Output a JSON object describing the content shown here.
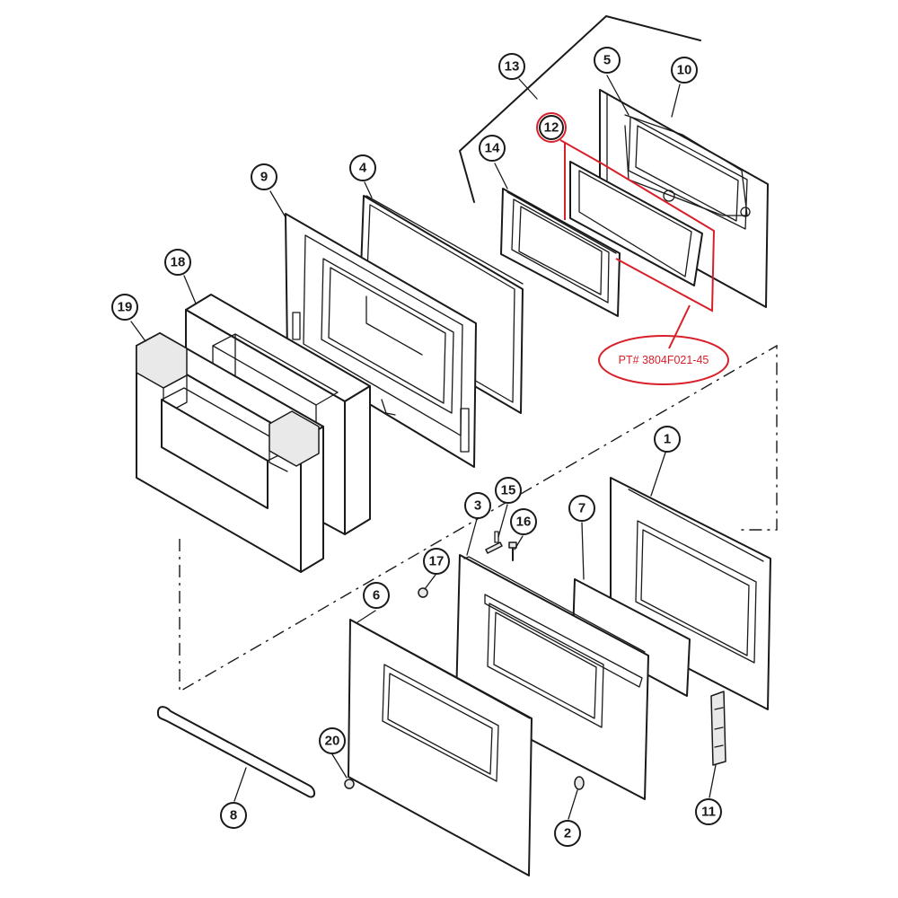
{
  "callouts": [
    "1",
    "2",
    "3",
    "4",
    "5",
    "6",
    "7",
    "8",
    "9",
    "10",
    "11",
    "12",
    "13",
    "14",
    "15",
    "16",
    "17",
    "18",
    "19",
    "20"
  ],
  "highlight": {
    "part_number": "PT# 3804F021-45",
    "color": "#d8202a"
  },
  "colors": {
    "line": "#1a1a1a",
    "background": "#ffffff",
    "highlight": "#d8202a"
  }
}
